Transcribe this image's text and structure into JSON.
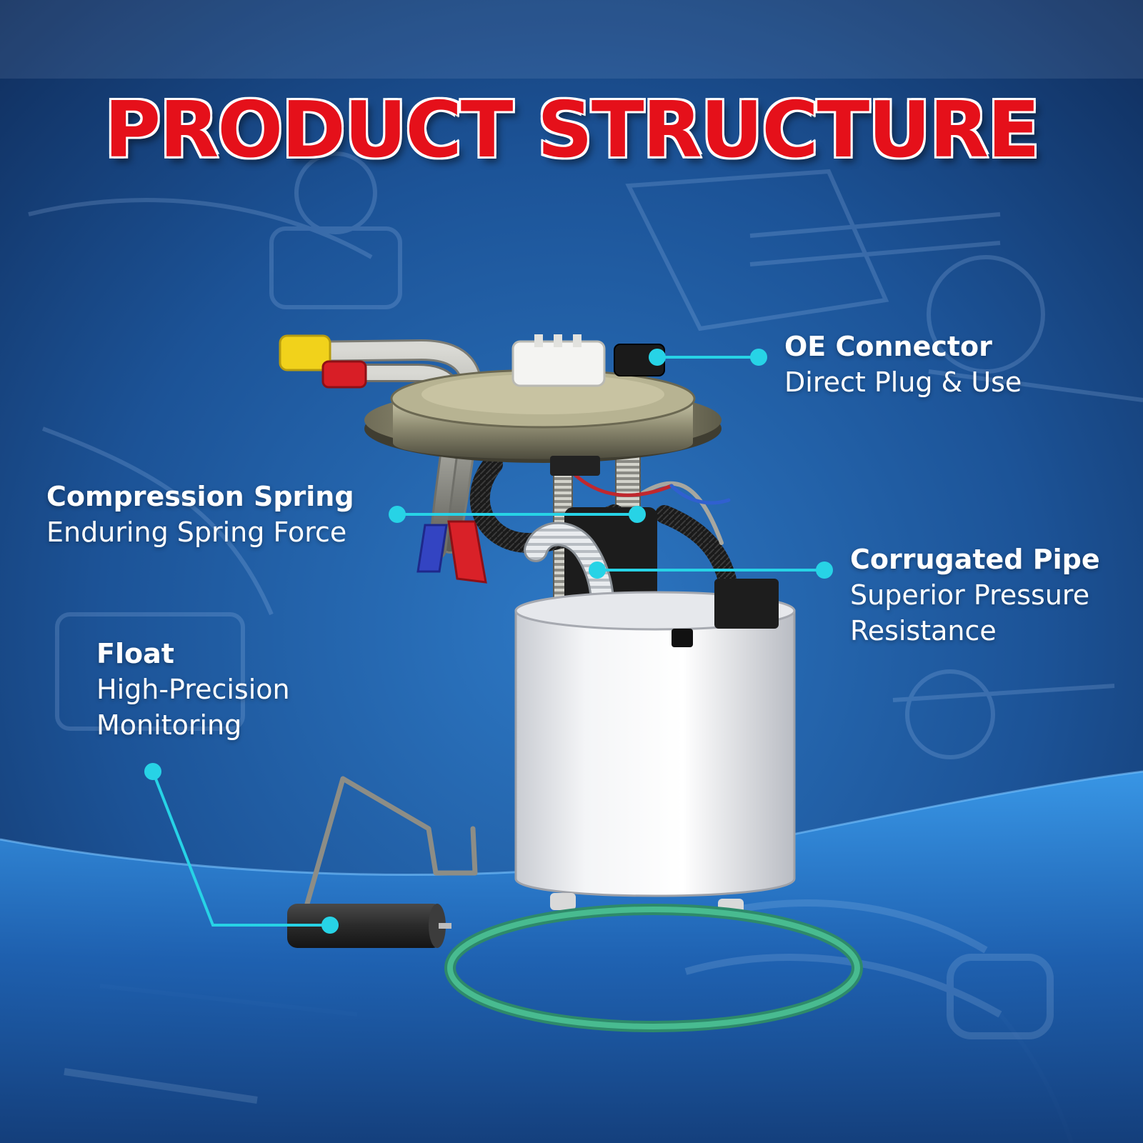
{
  "title": "PRODUCT STRUCTURE",
  "callouts": {
    "oe_connector": {
      "title": "OE Connector",
      "desc_1": "Direct Plug & Use"
    },
    "compression_spring": {
      "title": "Compression Spring",
      "desc_1": "Enduring Spring Force"
    },
    "corrugated_pipe": {
      "title": "Corrugated Pipe",
      "desc_1": "Superior Pressure",
      "desc_2": "Resistance"
    },
    "float": {
      "title": "Float",
      "desc_1": "High-Precision",
      "desc_2": "Monitoring"
    }
  },
  "colors": {
    "title_red": "#e5101a",
    "title_outline": "#ffffff",
    "leader_cyan": "#27d3e6",
    "background_dark": "#0f2f60",
    "background_light": "#2f86d2"
  }
}
